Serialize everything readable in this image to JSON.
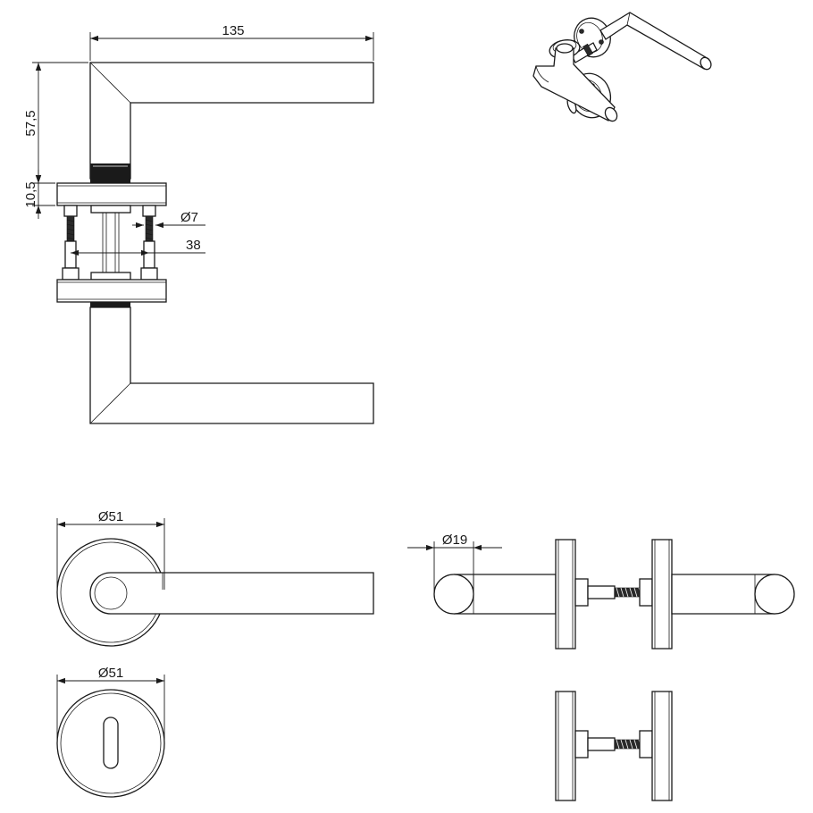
{
  "dimensions": {
    "lever_length": "135",
    "lever_height": "57,5",
    "rose_thickness": "10,5",
    "screw_diameter": "7",
    "screw_spacing": "38",
    "rose_diameter_handle": "51",
    "rose_diameter_key": "51",
    "lever_diameter": "19"
  },
  "symbols": {
    "diameter": "Ø"
  },
  "colors": {
    "line": "#1a1a1a",
    "background": "#ffffff",
    "shade": "#e4e4e4"
  }
}
